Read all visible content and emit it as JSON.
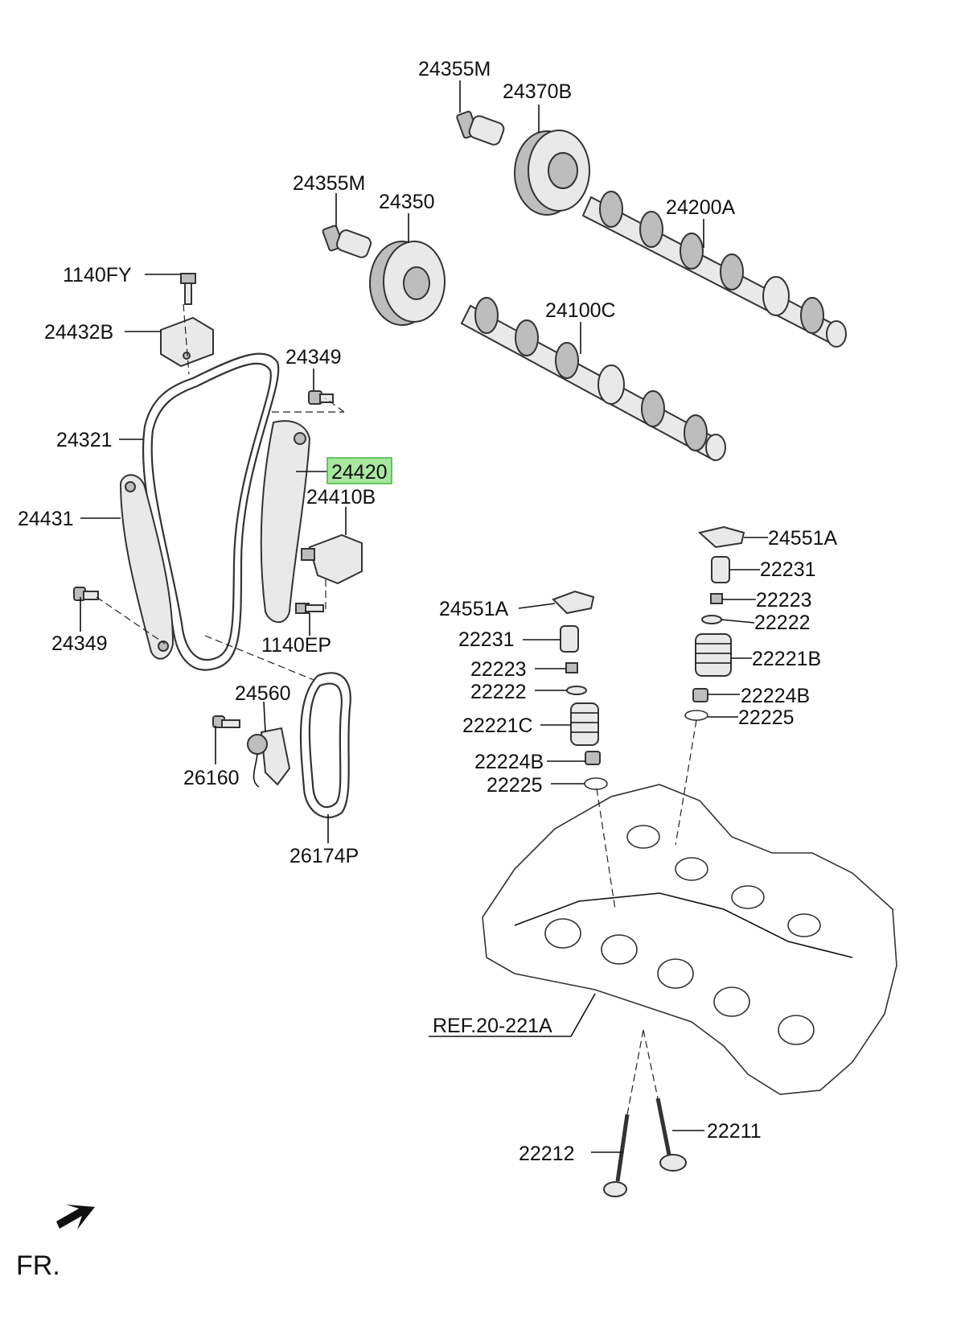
{
  "diagram": {
    "highlight_color": "#a9e6a0",
    "highlight_border": "#3fb83a",
    "direction_label": "FR.",
    "callouts": [
      {
        "id": "24355M_top",
        "text": "24355M",
        "highlighted": false
      },
      {
        "id": "24370B",
        "text": "24370B",
        "highlighted": false
      },
      {
        "id": "24355M_mid",
        "text": "24355M",
        "highlighted": false
      },
      {
        "id": "24350",
        "text": "24350",
        "highlighted": false
      },
      {
        "id": "24200A",
        "text": "24200A",
        "highlighted": false
      },
      {
        "id": "1140FY",
        "text": "1140FY",
        "highlighted": false
      },
      {
        "id": "24100C",
        "text": "24100C",
        "highlighted": false
      },
      {
        "id": "24432B",
        "text": "24432B",
        "highlighted": false
      },
      {
        "id": "24349_top",
        "text": "24349",
        "highlighted": false
      },
      {
        "id": "24321",
        "text": "24321",
        "highlighted": false
      },
      {
        "id": "24420",
        "text": "24420",
        "highlighted": true
      },
      {
        "id": "24410B",
        "text": "24410B",
        "highlighted": false
      },
      {
        "id": "24431",
        "text": "24431",
        "highlighted": false
      },
      {
        "id": "24551A_right",
        "text": "24551A",
        "highlighted": false
      },
      {
        "id": "22231_right",
        "text": "22231",
        "highlighted": false
      },
      {
        "id": "24551A_left",
        "text": "24551A",
        "highlighted": false
      },
      {
        "id": "22223_right",
        "text": "22223",
        "highlighted": false
      },
      {
        "id": "22222_right",
        "text": "22222",
        "highlighted": false
      },
      {
        "id": "24349_bottom",
        "text": "24349",
        "highlighted": false
      },
      {
        "id": "1140EP",
        "text": "1140EP",
        "highlighted": false
      },
      {
        "id": "22231_left",
        "text": "22231",
        "highlighted": false
      },
      {
        "id": "22221B",
        "text": "22221B",
        "highlighted": false
      },
      {
        "id": "22223_left",
        "text": "22223",
        "highlighted": false
      },
      {
        "id": "24560",
        "text": "24560",
        "highlighted": false
      },
      {
        "id": "22222_left",
        "text": "22222",
        "highlighted": false
      },
      {
        "id": "22224B_right",
        "text": "22224B",
        "highlighted": false
      },
      {
        "id": "22225_right",
        "text": "22225",
        "highlighted": false
      },
      {
        "id": "22221C",
        "text": "22221C",
        "highlighted": false
      },
      {
        "id": "22224B_left",
        "text": "22224B",
        "highlighted": false
      },
      {
        "id": "26160",
        "text": "26160",
        "highlighted": false
      },
      {
        "id": "22225_left",
        "text": "22225",
        "highlighted": false
      },
      {
        "id": "26174P",
        "text": "26174P",
        "highlighted": false
      },
      {
        "id": "REF",
        "text": "REF.20-221A",
        "highlighted": false
      },
      {
        "id": "22211",
        "text": "22211",
        "highlighted": false
      },
      {
        "id": "22212",
        "text": "22212",
        "highlighted": false
      }
    ]
  }
}
